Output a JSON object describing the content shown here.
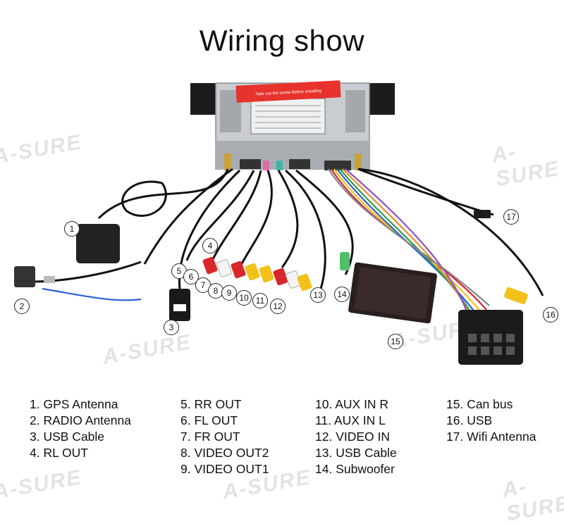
{
  "title": "Wiring show",
  "watermark": "A-SURE",
  "sticker_text": "Take out the screw before installing",
  "legend": [
    [
      "1. GPS Antenna",
      "2. RADIO Antenna",
      "3. USB Cable",
      "4. RL OUT"
    ],
    [
      "5. RR OUT",
      "6. FL OUT",
      "7. FR OUT",
      "8. VIDEO OUT2",
      "9. VIDEO OUT1"
    ],
    [
      "10. AUX IN R",
      "11. AUX IN L",
      "12. VIDEO IN",
      "13. USB Cable",
      "14. Subwoofer"
    ],
    [
      "15. Can bus",
      "16. USB",
      "17. Wifi Antenna"
    ]
  ],
  "callouts": [
    "1",
    "2",
    "3",
    "4",
    "5",
    "6",
    "7",
    "8",
    "9",
    "10",
    "11",
    "12",
    "13",
    "14",
    "15",
    "16",
    "17"
  ],
  "colors": {
    "sticker": "#e8322c",
    "yellow_rca": "#f2c21b",
    "red_rca": "#d9262b",
    "white_rca": "#f4f4f4",
    "green_rca": "#4fbf6a",
    "pink_connector": "#e06aa8",
    "teal_connector": "#3fb7a4",
    "cable": "#111111"
  }
}
